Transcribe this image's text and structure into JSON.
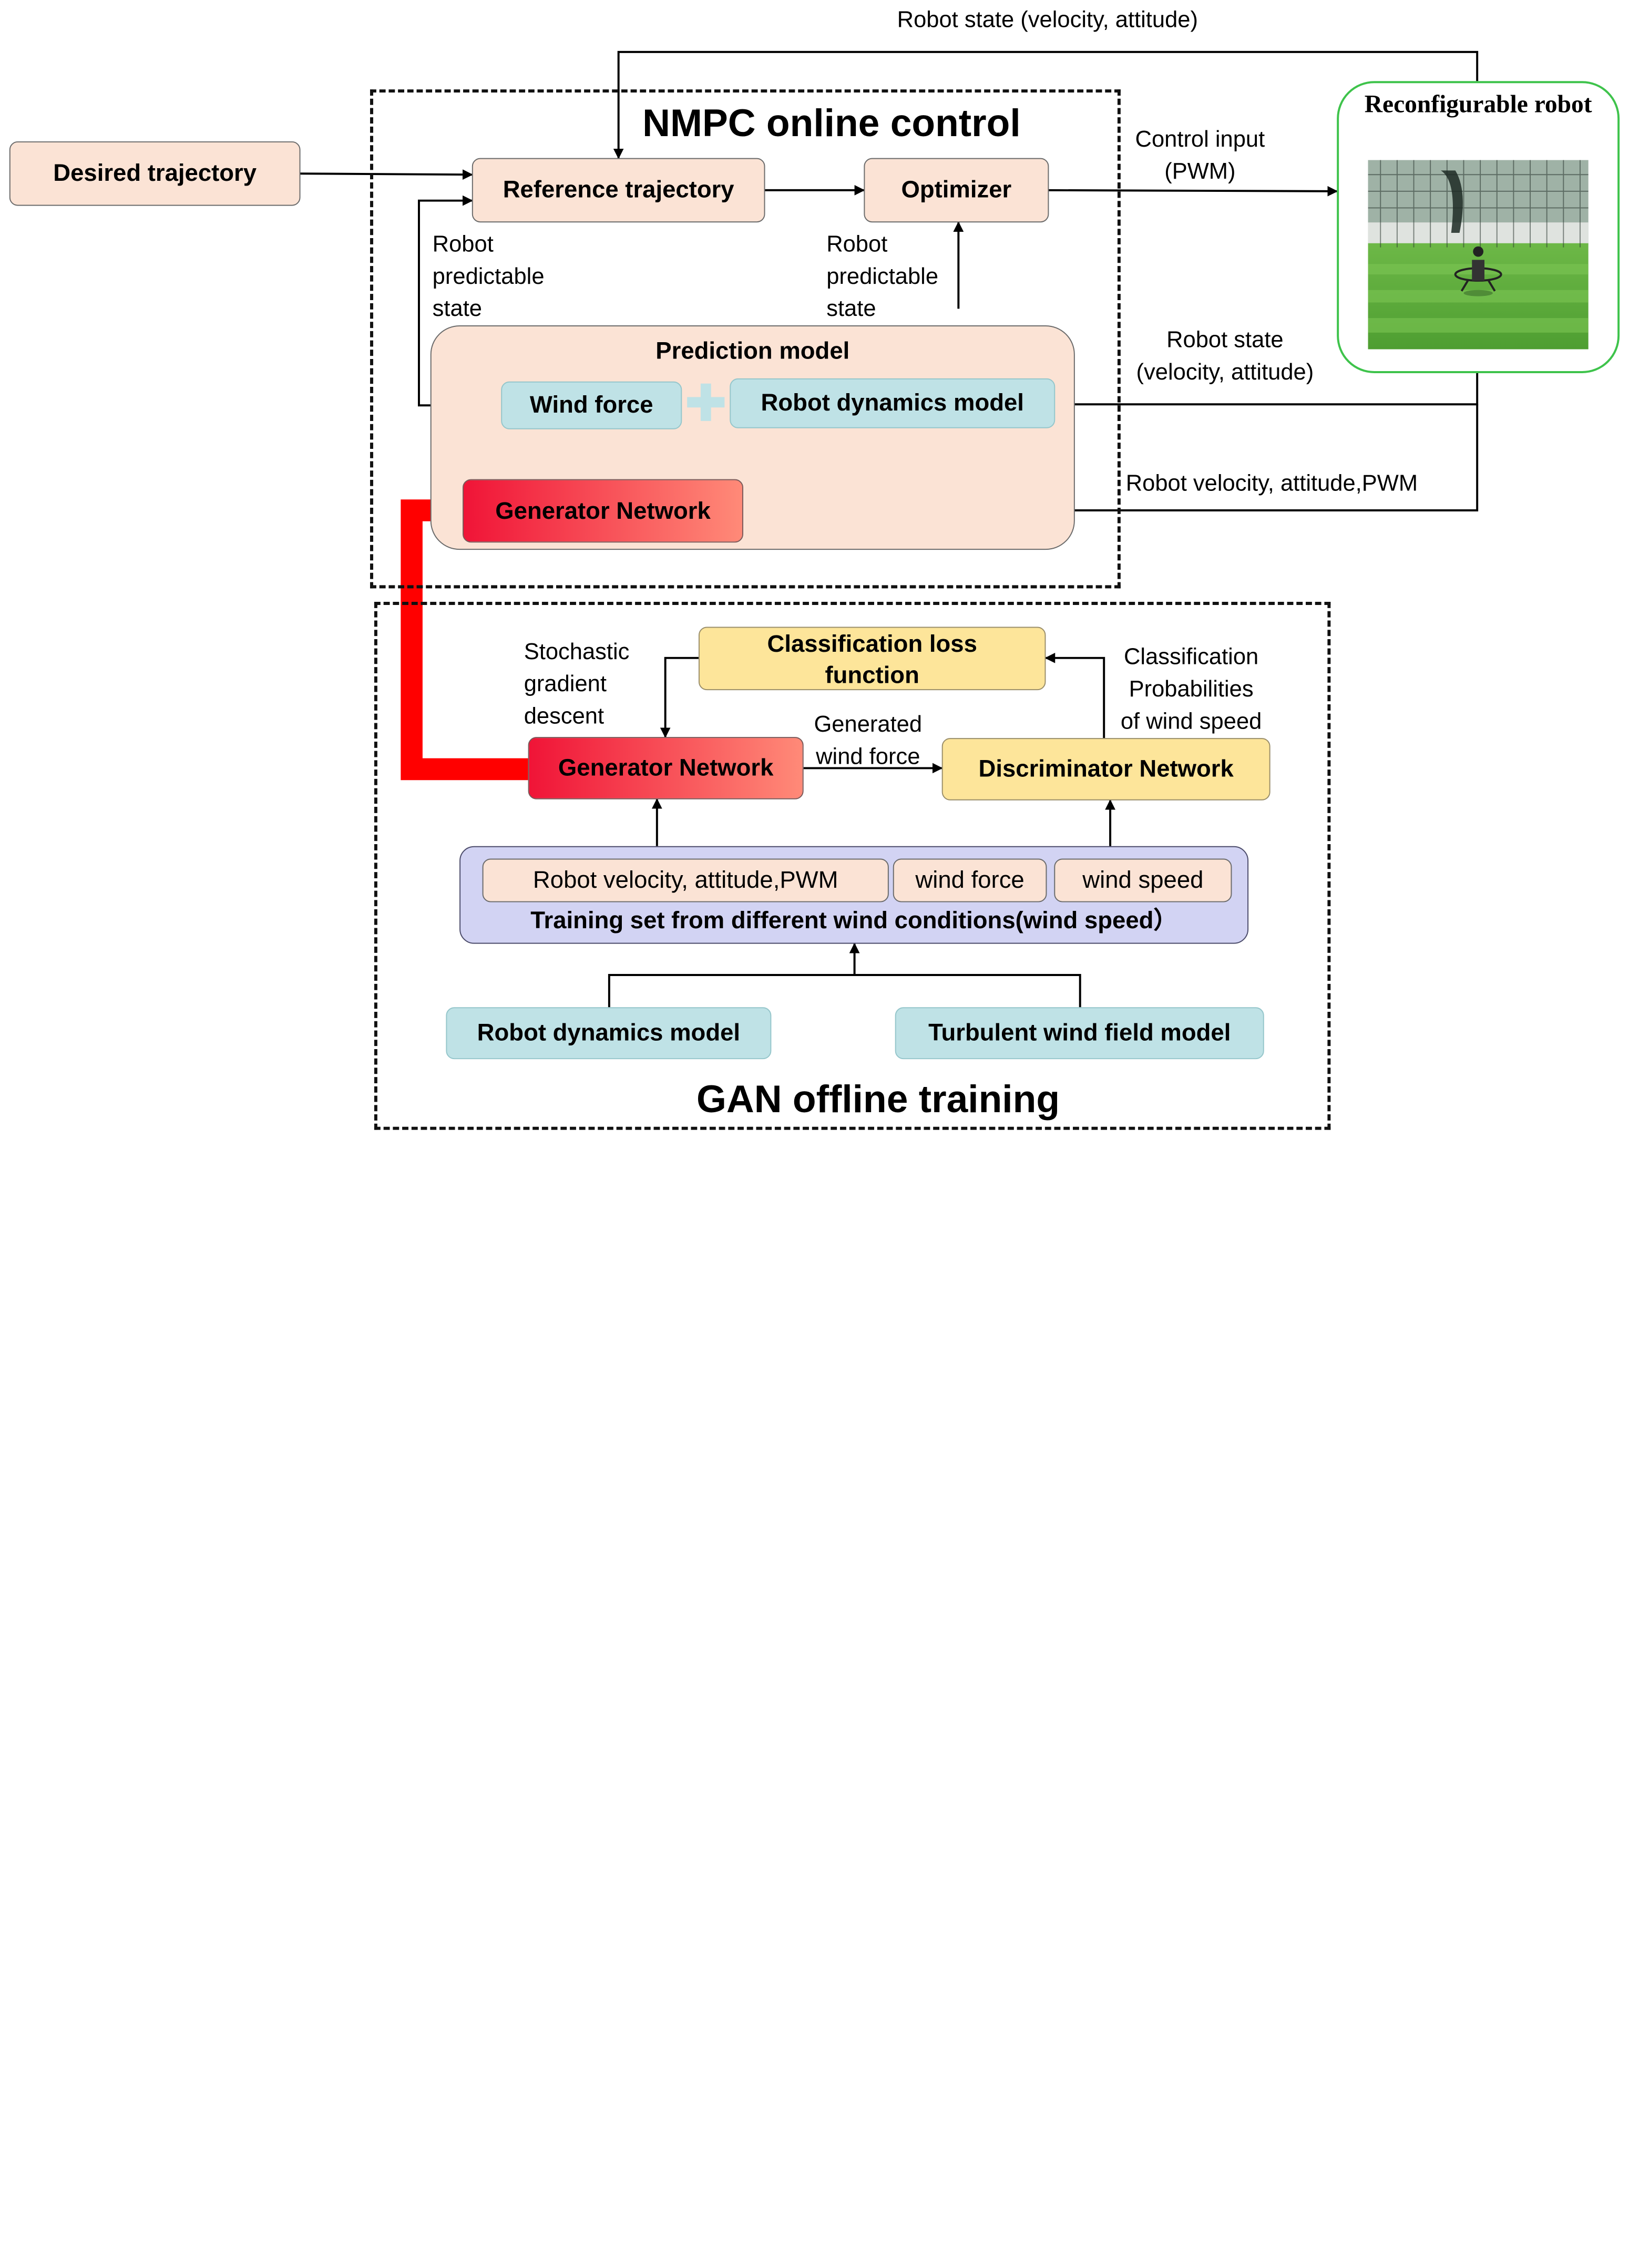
{
  "nmpc_title": "NMPC online control",
  "gan_title": "GAN offline training",
  "nodes": {
    "desired_trajectory": "Desired trajectory",
    "reference_trajectory": "Reference trajectory",
    "optimizer": "Optimizer",
    "prediction_model": "Prediction model",
    "wind_force": "Wind force",
    "robot_dynamics_model_top": "Robot dynamics model",
    "generator_network_top": "Generator Network",
    "classification_loss": "Classification loss function",
    "generator_network_bottom": "Generator Network",
    "discriminator_network": "Discriminator Network",
    "training_item_1": "Robot velocity, attitude,PWM",
    "training_item_2": "wind force",
    "training_item_3": "wind speed",
    "training_set": "Training set from different wind conditions(wind speed）",
    "robot_dynamics_model_bottom": "Robot dynamics model",
    "turbulent_wind_field_model": "Turbulent wind field model"
  },
  "robot": {
    "title": "Reconfigurable robot"
  },
  "labels": {
    "robot_state_top": "Robot state (velocity, attitude)",
    "control_input": "Control input\n(PWM)",
    "robot_state_right": "Robot state\n(velocity, attitude)",
    "robot_velocity_attitude_pwm": "Robot velocity, attitude,PWM",
    "robot_predictable_left": "Robot\npredictable\nstate",
    "robot_predictable_right": "Robot\npredictable\nstate",
    "stochastic_gradient": "Stochastic\ngradient\ndescent",
    "generated_wind_force": "Generated\nwind force",
    "classification_probabilities": "Classification\nProbabilities\nof wind speed"
  },
  "colors": {
    "line": "#000000",
    "transfer_arrow": "#ff0000",
    "robot_frame": "#3ec34b"
  }
}
